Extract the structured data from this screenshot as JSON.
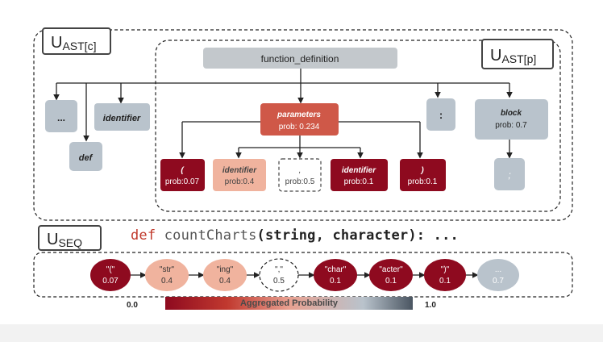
{
  "labels": {
    "u_ast_c": {
      "main": "U",
      "sub": "AST[c]"
    },
    "u_ast_p": {
      "main": "U",
      "sub": "AST[p]"
    },
    "u_seq": {
      "main": "U",
      "sub": "SEQ"
    }
  },
  "tree": {
    "function_definition": "function_definition",
    "ellipsis": "...",
    "def": "def",
    "identifier": "identifier",
    "parameters": {
      "name": "parameters",
      "prob": "prob: 0.234"
    },
    "colon": ":",
    "block": {
      "name": "block",
      "prob": "prob: 0.7"
    },
    "block_child": ";",
    "children": [
      {
        "name": "(",
        "prob": "prob:0.07"
      },
      {
        "name": "identifier",
        "prob": "prob:0.4"
      },
      {
        "name": ",",
        "prob": "prob:0.5"
      },
      {
        "name": "identifier",
        "prob": "prob:0.1"
      },
      {
        "name": ")",
        "prob": "prob:0.1"
      }
    ]
  },
  "code": {
    "kw": "def",
    "fn": " countCharts",
    "args": "(string, character)",
    "rest": ": ..."
  },
  "sequence": [
    {
      "token": "\"(\"",
      "prob": "0.07"
    },
    {
      "token": "\"str\"",
      "prob": "0.4"
    },
    {
      "token": "\"ing\"",
      "prob": "0.4"
    },
    {
      "token": "\",\"",
      "prob": "0.5"
    },
    {
      "token": "\"char\"",
      "prob": "0.1"
    },
    {
      "token": "\"acter\"",
      "prob": "0.1"
    },
    {
      "token": "\")\"",
      "prob": "0.1"
    },
    {
      "token": "...",
      "prob": "0.7"
    }
  ],
  "scale": {
    "min": "0.0",
    "max": "1.0",
    "label": "Aggregated Probability"
  },
  "colors": {
    "dark_red": "#8e0a1f",
    "red": "#cf5848",
    "salmon": "#f0b39e",
    "gray": "#b9c3cc",
    "header_gray": "#c3c8cc"
  }
}
